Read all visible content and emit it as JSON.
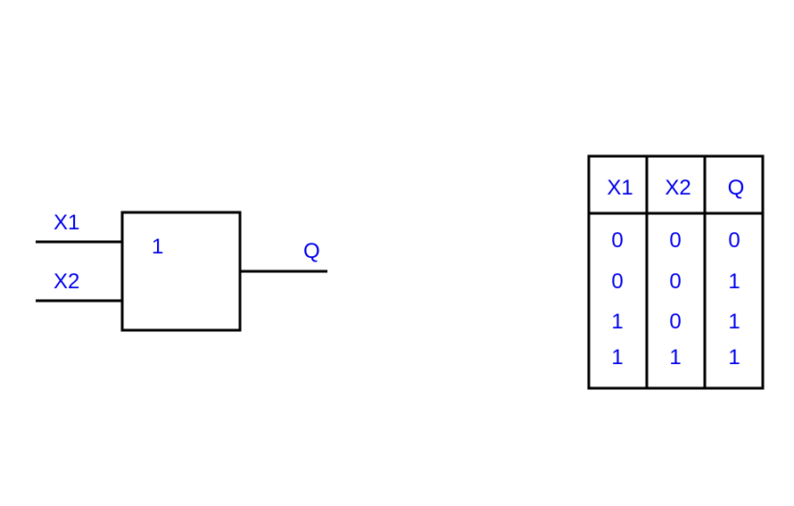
{
  "gate": {
    "symbol": "1",
    "inputs": [
      "X1",
      "X2"
    ],
    "output": "Q"
  },
  "truth_table": {
    "headers": [
      "X1",
      "X2",
      "Q"
    ],
    "rows": [
      [
        "0",
        "0",
        "0"
      ],
      [
        "0",
        "0",
        "1"
      ],
      [
        "1",
        "0",
        "1"
      ],
      [
        "1",
        "1",
        "1"
      ]
    ]
  },
  "colors": {
    "text": "#0000ee",
    "lines": "#000000"
  }
}
